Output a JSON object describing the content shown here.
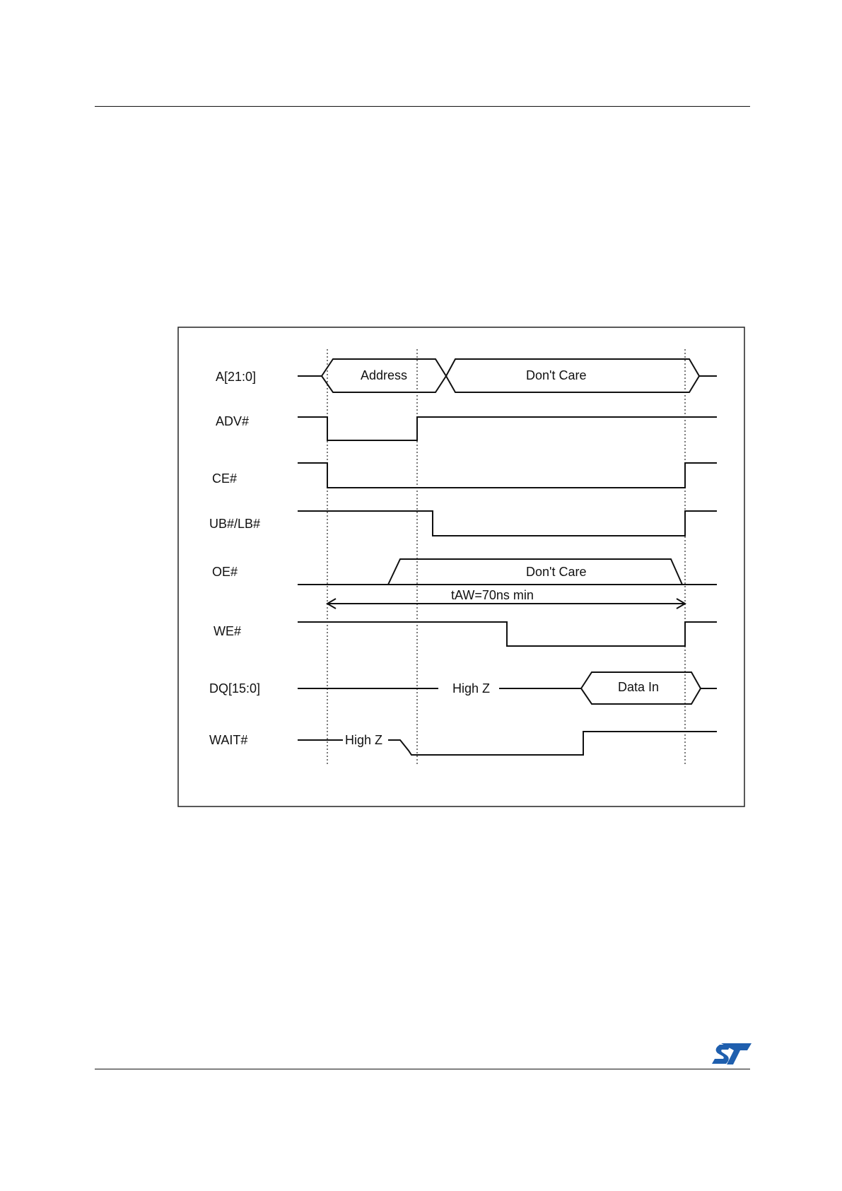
{
  "diagram": {
    "signals": {
      "a": "A[21:0]",
      "adv": "ADV#",
      "ce": "CE#",
      "ublb": "UB#/LB#",
      "oe": "OE#",
      "we": "WE#",
      "dq": "DQ[15:0]",
      "wait": "WAIT#"
    },
    "labels": {
      "address": "Address",
      "dont_care_a": "Don't Care",
      "dont_care_oe": "Don't Care",
      "taw": "tAW=70ns min",
      "high_z_dq": "High Z",
      "data_in": "Data In",
      "high_z_wait": "High Z"
    }
  },
  "footer": {
    "logo_text": "ST"
  },
  "colors": {
    "line": "#111111",
    "logo": "#1f5fae"
  }
}
